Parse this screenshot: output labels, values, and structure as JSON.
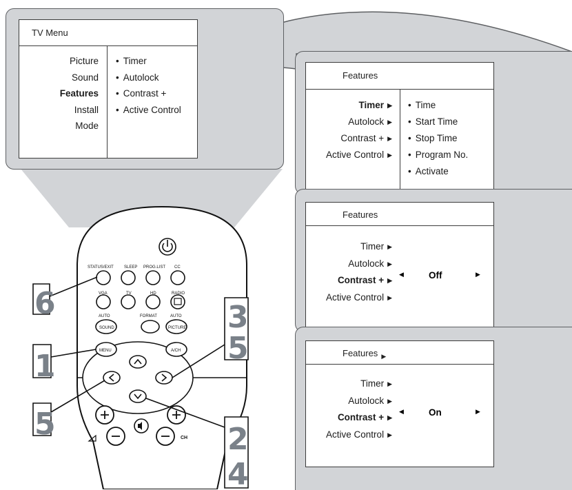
{
  "tv_menu": {
    "title": "TV Menu",
    "items": [
      "Picture",
      "Sound",
      "Features",
      "Install",
      "Mode"
    ],
    "selected": "Features",
    "features_items": [
      "Timer",
      "Autolock",
      "Contrast +",
      "Active Control"
    ]
  },
  "timer_screen": {
    "title": "Features",
    "items": [
      "Timer",
      "Autolock",
      "Contrast +",
      "Active Control"
    ],
    "selected": "Timer",
    "submenu": [
      "Time",
      "Start Time",
      "Stop Time",
      "Program No.",
      "Activate"
    ]
  },
  "contrast_off_screen": {
    "title": "Features",
    "items": [
      "Timer",
      "Autolock",
      "Contrast +",
      "Active Control"
    ],
    "selected": "Contrast +",
    "value": "Off"
  },
  "contrast_on_screen": {
    "title": "Features",
    "items": [
      "Timer",
      "Autolock",
      "Contrast +",
      "Active Control"
    ],
    "selected": "Contrast +",
    "value": "On"
  },
  "remote": {
    "buttons": {
      "status_exit": "STATUS/EXIT",
      "sleep": "SLEEP",
      "prog_list": "PROG.LIST",
      "cc": "CC",
      "vga": "VGA",
      "tv": "TV",
      "hd": "HD",
      "radio": "RADIO",
      "auto_sound_top": "AUTO",
      "format": "FORMAT",
      "auto_picture_top": "AUTO",
      "sound": "SOUND",
      "picture": "PICTURE",
      "menu": "MENU",
      "ach": "A/CH",
      "ch": "CH"
    }
  },
  "step_numbers": {
    "exit": "6",
    "menu": "1",
    "right_a": "3",
    "right_b": "5",
    "left": "5",
    "down_a": "2",
    "down_b": "4"
  }
}
